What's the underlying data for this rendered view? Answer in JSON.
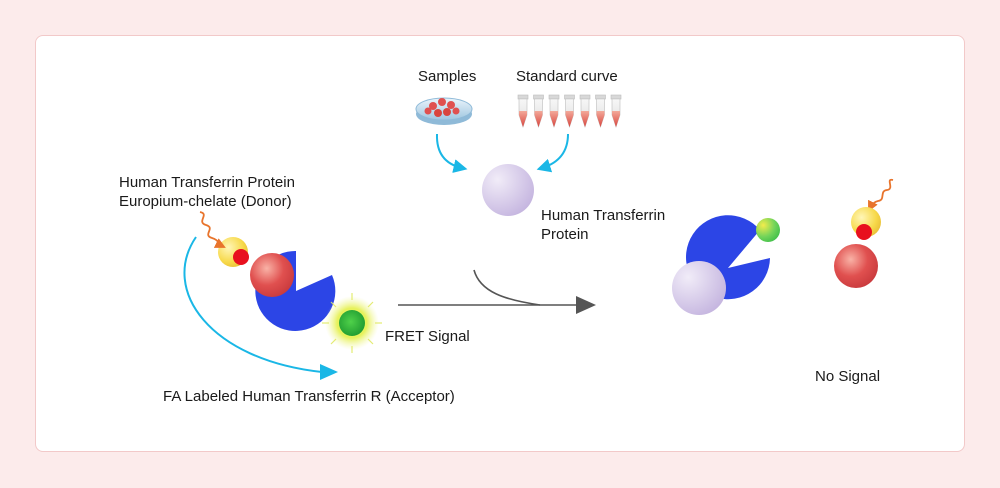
{
  "labels": {
    "samples": "Samples",
    "standard_curve": "Standard curve",
    "donor_line1": "Human Transferrin Protein",
    "donor_line2": "Europium-chelate (Donor)",
    "protein_line1": "Human Transferrin",
    "protein_line2": "Protein",
    "fret_signal": "FRET Signal",
    "acceptor": "FA Labeled Human Transferrin R (Acceptor)",
    "no_signal": "No Signal"
  },
  "colors": {
    "page_background": "#fcebeb",
    "panel_border": "#f2c9c9",
    "receptor_blue": "#2c45e6",
    "protein_red": "#e0504f",
    "europium_red": "#e8101e",
    "donor_yellow": "#f7d94a",
    "acceptor_green": "#35b83c",
    "free_protein_lavender": "#cdbfe3",
    "arrow_cyan": "#1ab7e6",
    "reaction_arrow_gray": "#555555",
    "excitation_orange": "#e8742c"
  }
}
